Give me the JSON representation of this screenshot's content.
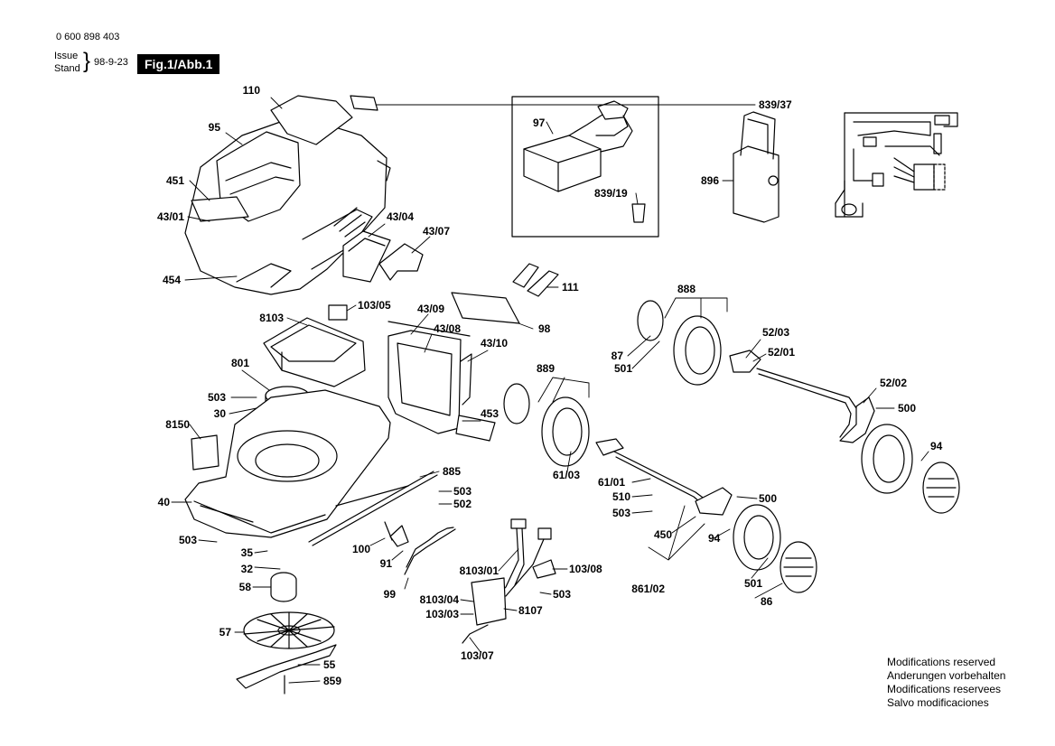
{
  "header": {
    "doc_number": "0 600 898 403",
    "issue_label": "Issue",
    "stand_label": "Stand",
    "issue_date": "98-9-23",
    "figure_badge": "Fig.1/Abb.1"
  },
  "parts": [
    {
      "id": "p-110",
      "label": "110"
    },
    {
      "id": "p-839-37",
      "label": "839/37"
    },
    {
      "id": "p-95",
      "label": "95"
    },
    {
      "id": "p-451",
      "label": "451"
    },
    {
      "id": "p-43-01",
      "label": "43/01"
    },
    {
      "id": "p-43-04",
      "label": "43/04"
    },
    {
      "id": "p-43-07",
      "label": "43/07"
    },
    {
      "id": "p-454",
      "label": "454"
    },
    {
      "id": "p-97",
      "label": "97"
    },
    {
      "id": "p-839-19",
      "label": "839/19"
    },
    {
      "id": "p-896",
      "label": "896"
    },
    {
      "id": "p-111",
      "label": "111"
    },
    {
      "id": "p-98",
      "label": "98"
    },
    {
      "id": "p-103-05",
      "label": "103/05"
    },
    {
      "id": "p-8103",
      "label": "8103"
    },
    {
      "id": "p-43-09",
      "label": "43/09"
    },
    {
      "id": "p-43-08",
      "label": "43/08"
    },
    {
      "id": "p-43-10",
      "label": "43/10"
    },
    {
      "id": "p-801",
      "label": "801"
    },
    {
      "id": "p-503-a",
      "label": "503"
    },
    {
      "id": "p-30",
      "label": "30"
    },
    {
      "id": "p-453",
      "label": "453"
    },
    {
      "id": "p-8150",
      "label": "8150"
    },
    {
      "id": "p-40",
      "label": "40"
    },
    {
      "id": "p-885",
      "label": "885"
    },
    {
      "id": "p-503-b",
      "label": "503"
    },
    {
      "id": "p-502",
      "label": "502"
    },
    {
      "id": "p-503-c",
      "label": "503"
    },
    {
      "id": "p-35",
      "label": "35"
    },
    {
      "id": "p-32",
      "label": "32"
    },
    {
      "id": "p-100",
      "label": "100"
    },
    {
      "id": "p-91",
      "label": "91"
    },
    {
      "id": "p-99",
      "label": "99"
    },
    {
      "id": "p-58",
      "label": "58"
    },
    {
      "id": "p-57",
      "label": "57"
    },
    {
      "id": "p-55",
      "label": "55"
    },
    {
      "id": "p-859",
      "label": "859"
    },
    {
      "id": "p-888",
      "label": "888"
    },
    {
      "id": "p-87",
      "label": "87"
    },
    {
      "id": "p-501-a",
      "label": "501"
    },
    {
      "id": "p-52-03",
      "label": "52/03"
    },
    {
      "id": "p-52-01",
      "label": "52/01"
    },
    {
      "id": "p-52-02",
      "label": "52/02"
    },
    {
      "id": "p-500-a",
      "label": "500"
    },
    {
      "id": "p-94-a",
      "label": "94"
    },
    {
      "id": "p-889",
      "label": "889"
    },
    {
      "id": "p-61-03",
      "label": "61/03"
    },
    {
      "id": "p-61-01",
      "label": "61/01"
    },
    {
      "id": "p-510",
      "label": "510"
    },
    {
      "id": "p-503-d",
      "label": "503"
    },
    {
      "id": "p-500-b",
      "label": "500"
    },
    {
      "id": "p-450",
      "label": "450"
    },
    {
      "id": "p-94-b",
      "label": "94"
    },
    {
      "id": "p-861-02",
      "label": "861/02"
    },
    {
      "id": "p-501-b",
      "label": "501"
    },
    {
      "id": "p-86",
      "label": "86"
    },
    {
      "id": "p-8103-01",
      "label": "8103/01"
    },
    {
      "id": "p-103-08",
      "label": "103/08"
    },
    {
      "id": "p-503-e",
      "label": "503"
    },
    {
      "id": "p-8103-04",
      "label": "8103/04"
    },
    {
      "id": "p-103-03",
      "label": "103/03"
    },
    {
      "id": "p-8107",
      "label": "8107"
    },
    {
      "id": "p-103-07",
      "label": "103/07"
    }
  ],
  "footer_notes": [
    "Modifications reserved",
    "Anderungen vorbehalten",
    "Modifications reservees",
    "Salvo modificaciones"
  ]
}
